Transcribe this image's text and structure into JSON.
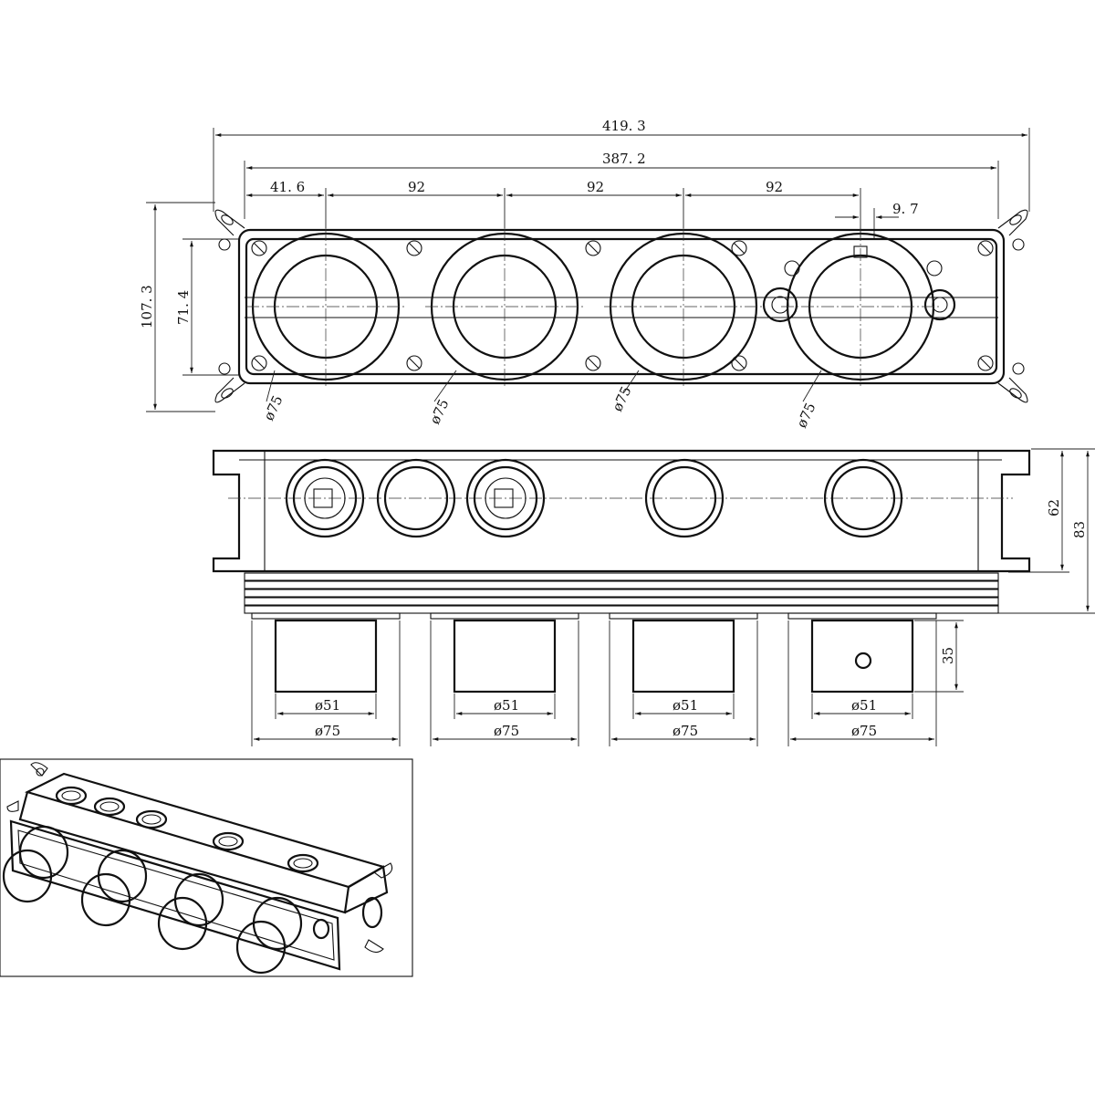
{
  "top_view": {
    "dim_overall_length": "419. 3",
    "dim_center_span": "387. 2",
    "dim_first_offset": "41. 6",
    "dim_spacing": "92",
    "dim_offset_small": "9. 7",
    "dim_overall_height": "107. 3",
    "dim_body_height": "71. 4",
    "ring_diameter": "ø75"
  },
  "front_view": {
    "dim_body_height": "62",
    "dim_total_height": "83",
    "dim_knob_depth": "35",
    "knob_diameter": "ø51",
    "ring_diameter": "ø75"
  }
}
